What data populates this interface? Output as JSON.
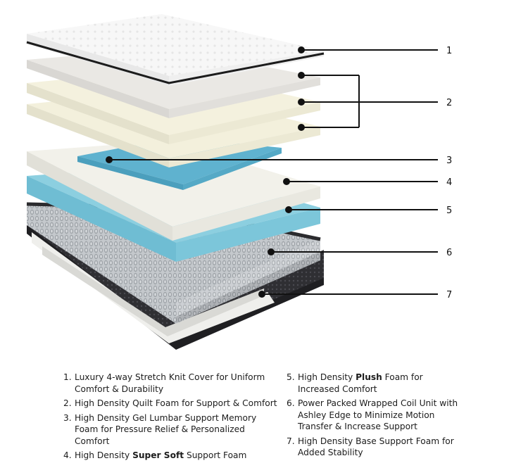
{
  "callouts": [
    "1",
    "2",
    "3",
    "4",
    "5",
    "6",
    "7"
  ],
  "legend": [
    {
      "num": "1.",
      "pre": "Luxury 4-way Stretch Knit Cover for Uniform Comfort & Durability",
      "bold": "",
      "post": ""
    },
    {
      "num": "2.",
      "pre": "High Density Quilt Foam for Support & Comfort",
      "bold": "",
      "post": ""
    },
    {
      "num": "3.",
      "pre": "High Density Gel Lumbar Support Memory Foam for Pressure Relief & Personalized Comfort",
      "bold": "",
      "post": ""
    },
    {
      "num": "4.",
      "pre": "High Density ",
      "bold": "Super Soft",
      "post": " Support Foam"
    },
    {
      "num": "5.",
      "pre": "High Density ",
      "bold": "Plush",
      "post": " Foam for Increased Comfort"
    },
    {
      "num": "6.",
      "pre": "Power Packed Wrapped Coil Unit with Ashley Edge to Minimize Motion Transfer & Increase Support",
      "bold": "",
      "post": ""
    },
    {
      "num": "7.",
      "pre": "High Density Base Support Foam for Added Stability",
      "bold": "",
      "post": ""
    }
  ],
  "colors": {
    "cover": "#f4f4f4",
    "quilt_foam": "#f3f0dc",
    "gel_foam": "#5fb2cf",
    "plush_foam": "#8ccfe0",
    "coil": "#b7bcc2",
    "base": "#3a3a3d"
  }
}
